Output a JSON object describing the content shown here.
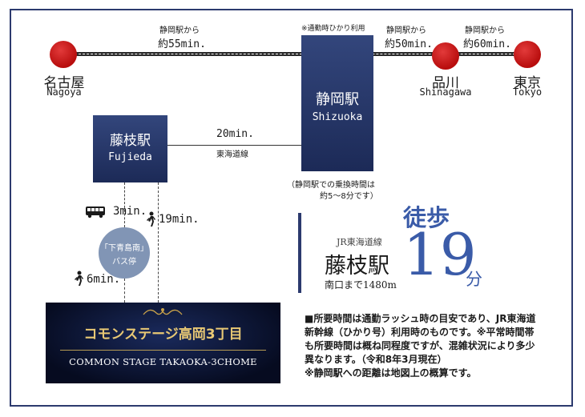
{
  "nodes": {
    "nagoya": {
      "ja": "名古屋",
      "en": "Nagoya"
    },
    "shinagawa": {
      "ja": "品川",
      "en": "Shinagawa"
    },
    "tokyo": {
      "ja": "東京",
      "en": "Tokyo"
    },
    "shizuoka": {
      "ja": "静岡駅",
      "en": "Shizuoka",
      "note_top": "※通勤時ひかり利用"
    },
    "fujieda": {
      "ja": "藤枝駅",
      "en": "Fujieda"
    },
    "bus_stop": {
      "line1": "「下青島南」",
      "line2": "バス停"
    }
  },
  "routes": {
    "nagoya": {
      "from": "静岡駅から",
      "time": "約55min."
    },
    "shinagawa": {
      "from": "静岡駅から",
      "time": "約50min."
    },
    "tokyo": {
      "from": "静岡駅から",
      "time": "約60min."
    },
    "fujieda_shizuoka": {
      "time": "20min.",
      "line": "東海道線"
    }
  },
  "transfer_note": {
    "line1": "（静岡駅での乗換時間は",
    "line2": "約5～8分です）"
  },
  "walk_times": {
    "bus": "3min.",
    "walk_station": "19min.",
    "walk_stop": "6min."
  },
  "property": {
    "name_ja": "コモンステージ高岡3丁目",
    "name_en": "COMMON STAGE TAKAOKA-3CHOME"
  },
  "walk_info": {
    "line": "JR東海道線",
    "station": "藤枝駅",
    "exit": "南口まで1480m",
    "label": "徒歩",
    "minutes": "19",
    "unit": "分"
  },
  "notes": [
    "■所要時間は通勤ラッシュ時の目安であり、JR東海道新幹線（ひかり号）利用時のものです。※平常時間帯も所要時間は概ね同程度ですが、混雑状況により多少異なります。（令和8年3月現在）",
    "※静岡駅への距離は地図上の概算です。"
  ],
  "colors": {
    "navy": "#2c3a6e",
    "red": "#c8141e",
    "accent_blue": "#3a5ba8",
    "gold": "#e8c874"
  }
}
